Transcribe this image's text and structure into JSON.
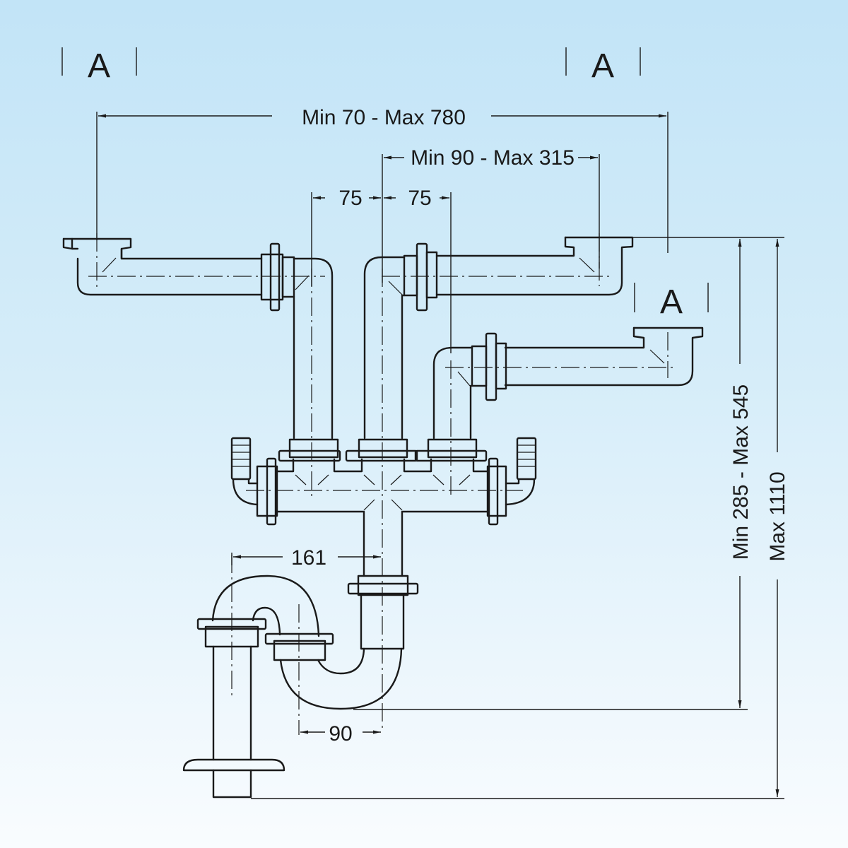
{
  "diagram": {
    "subject": "Double sink siphon with S-trap, manifold and hose connectors",
    "view_markers": [
      {
        "id": "A-left",
        "label": "A"
      },
      {
        "id": "A-mid",
        "label": "A"
      },
      {
        "id": "A-right",
        "label": "A"
      }
    ],
    "dimensions": {
      "overall_width": "Min 70 - Max 780",
      "center_span": "Min 90 - Max 315",
      "left_offset": "75",
      "right_offset": "75",
      "trap_width": "161",
      "trap_offset": "90",
      "height_range": "Min 285 - Max 545",
      "max_height": "Max 1110"
    },
    "colors": {
      "line": "#1a1a1a",
      "background_top": "#c2e4f7",
      "background_bottom": "#f9fcfe"
    }
  }
}
